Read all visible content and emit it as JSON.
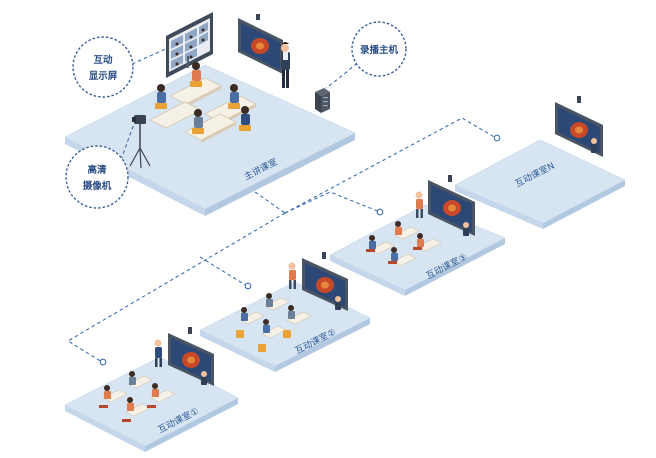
{
  "main_room": {
    "label": "主讲课室",
    "callouts": {
      "display": [
        "互动",
        "显示屏"
      ],
      "recorder": "录播主机",
      "camera": [
        "高清",
        "摄像机"
      ]
    }
  },
  "classrooms": [
    {
      "label": "互动课室①"
    },
    {
      "label": "互动课室②"
    },
    {
      "label": "互动课室③"
    },
    {
      "label": "互动课室N"
    }
  ],
  "colors": {
    "platform": "#d7e5f3",
    "connector": "#3e6fb0",
    "callout_text": "#2c4f86",
    "room_label": "#2d5b93"
  }
}
